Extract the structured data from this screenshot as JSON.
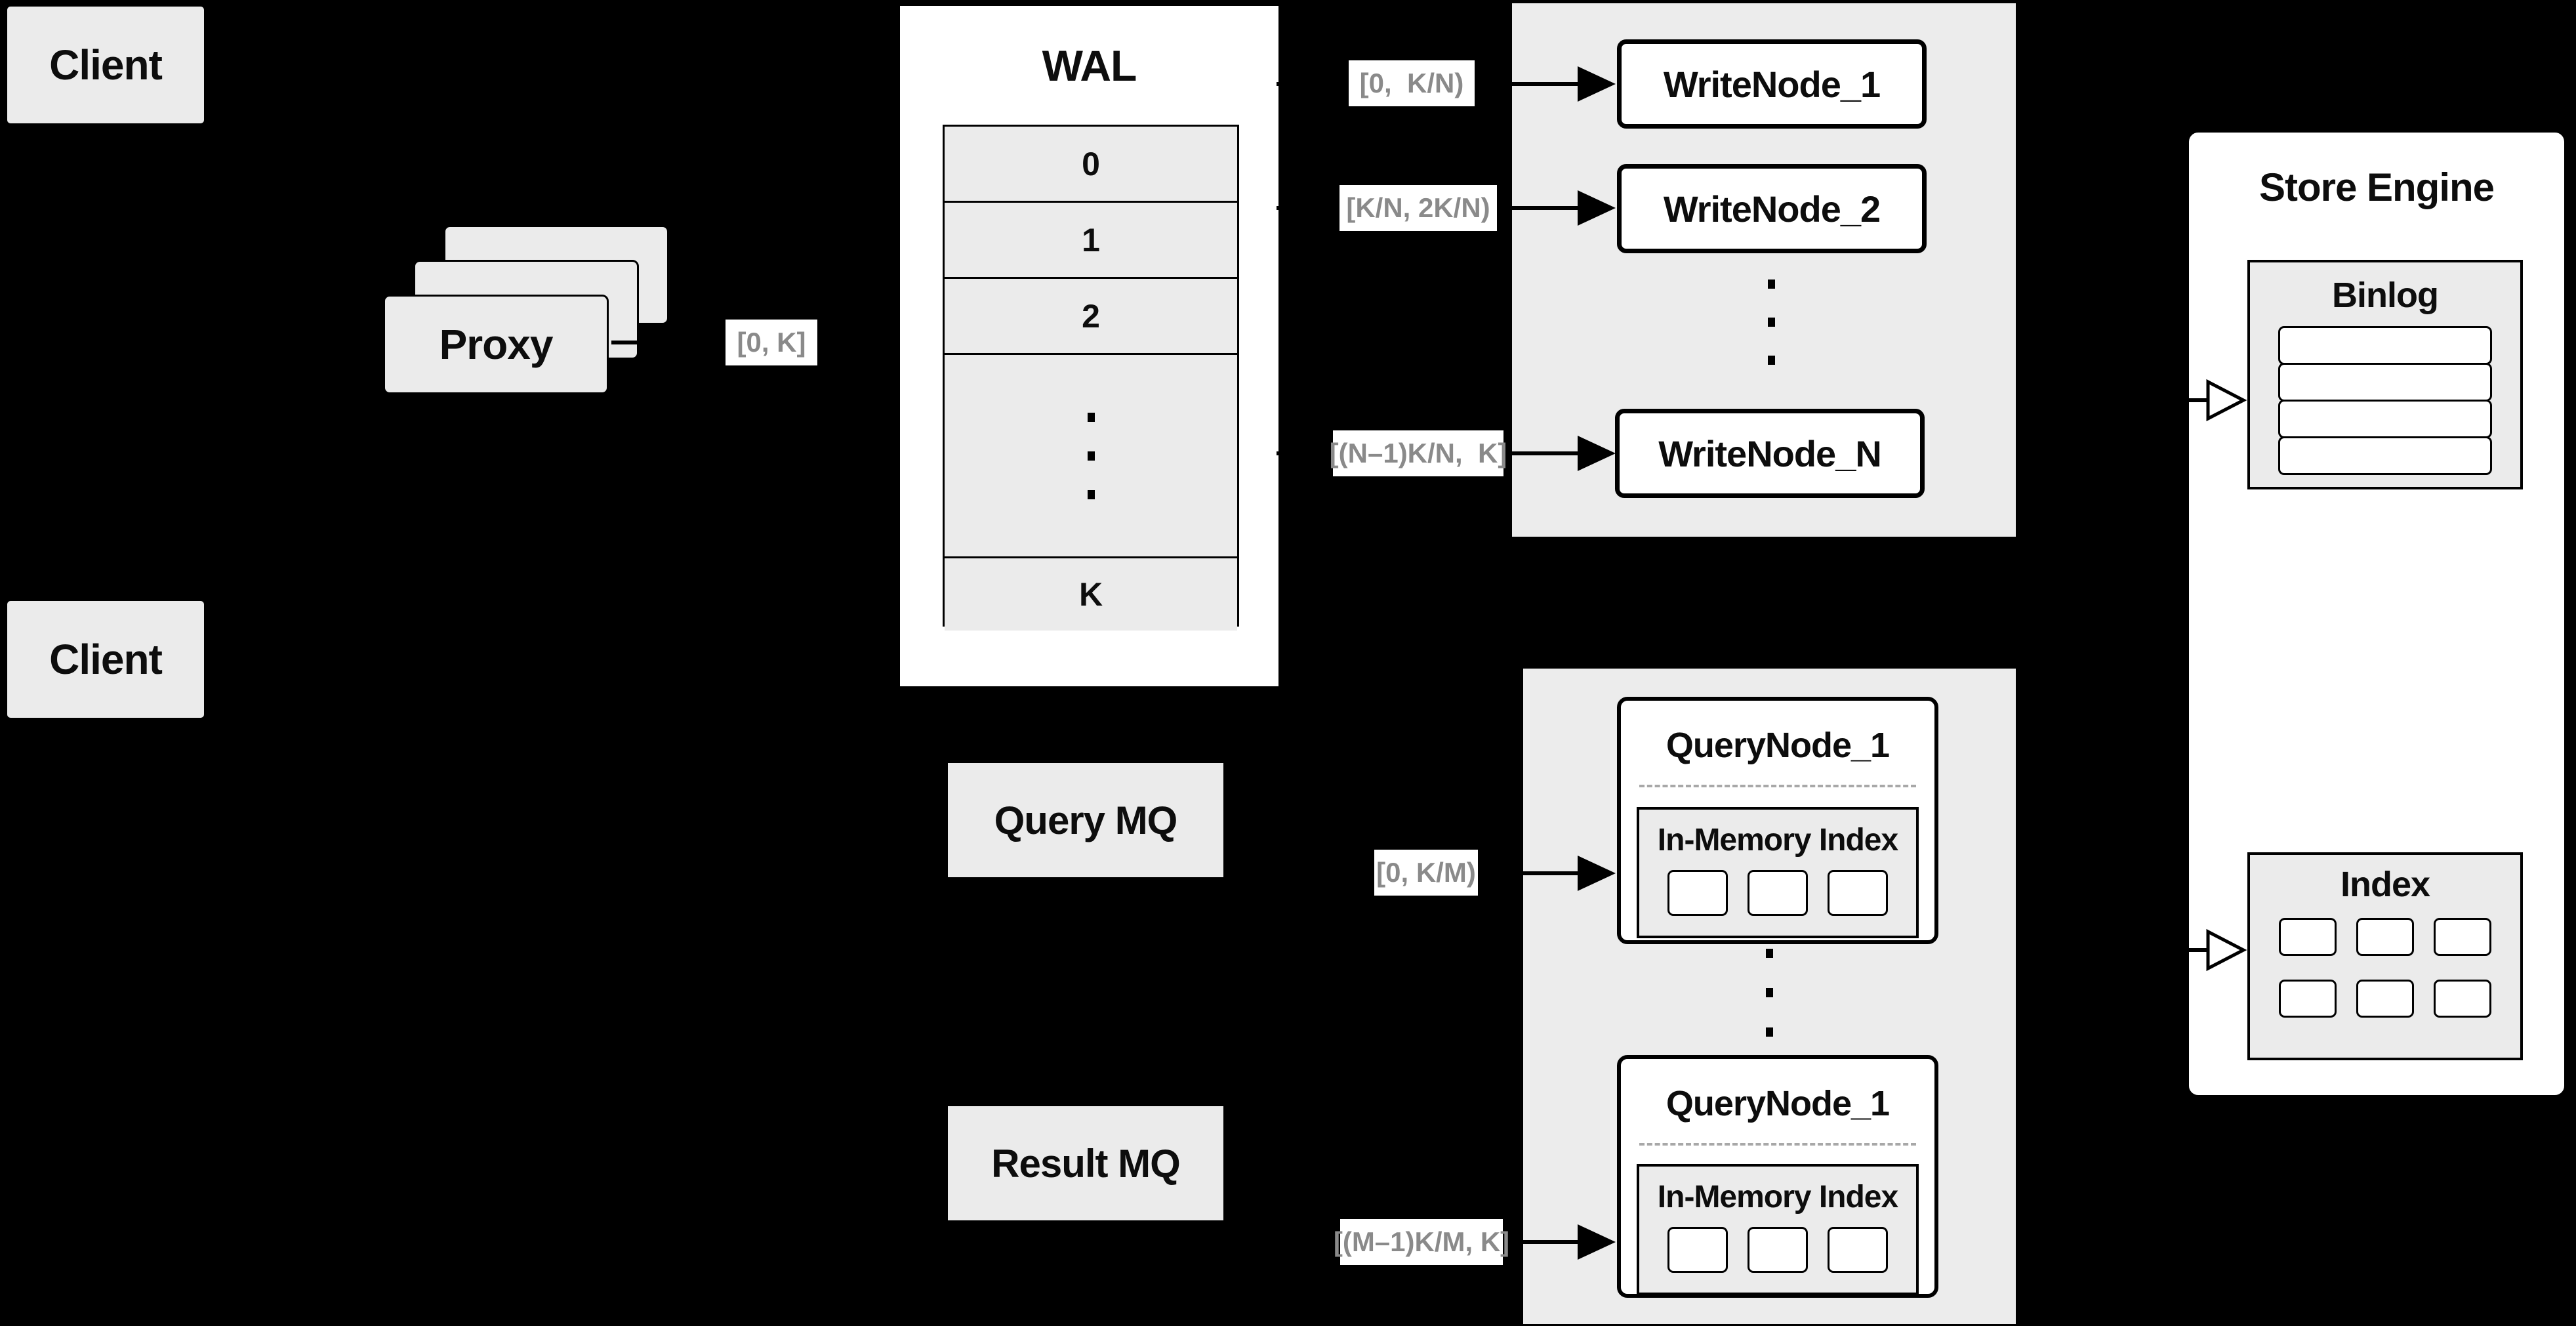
{
  "colors": {
    "background": "#000000",
    "panel_gray": "#ececec",
    "box_gray": "#ebebeb",
    "box_white": "#ffffff",
    "border": "#000000",
    "range_label_text": "#8a8a8a",
    "dashed_separator": "#a8a8a8"
  },
  "clients": {
    "top": "Client",
    "bottom": "Client"
  },
  "proxy": {
    "label": "Proxy"
  },
  "wal": {
    "title": "WAL",
    "rows": [
      "0",
      "1",
      "2"
    ],
    "last_row": "K"
  },
  "ranges": {
    "proxy_to_wal": "[0, K]",
    "write": [
      "[0,  K/N)",
      "[K/N, 2K/N)",
      "[(N–1)K/N,  K]"
    ],
    "query": [
      "[0, K/M)",
      "[(M–1)K/M, K]"
    ]
  },
  "write_nodes": [
    "WriteNode_1",
    "WriteNode_2",
    "WriteNode_N"
  ],
  "store_engine": {
    "title": "Store Engine",
    "binlog_title": "Binlog",
    "index_title": "Index"
  },
  "mq": {
    "query": "Query MQ",
    "result": "Result MQ"
  },
  "query_nodes": [
    {
      "title": "QueryNode_1",
      "memory_title": "In-Memory Index"
    },
    {
      "title": "QueryNode_1",
      "memory_title": "In-Memory Index"
    }
  ]
}
